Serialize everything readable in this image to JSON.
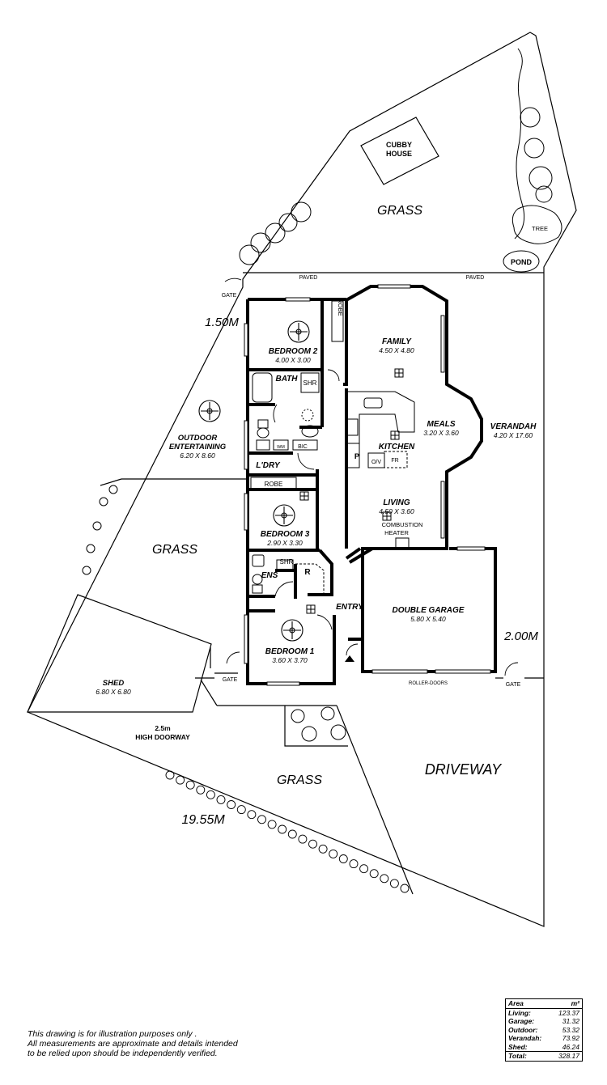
{
  "labels": {
    "cubby_house_1": "CUBBY",
    "cubby_house_2": "HOUSE",
    "grass_top": "GRASS",
    "tree": "TREE",
    "pond": "POND",
    "paved_left": "PAVED",
    "paved_right": "PAVED",
    "gate_top": "GATE",
    "dim_top_left": "1.50M",
    "robe_top": "ROBE",
    "bedroom2": "BEDROOM 2",
    "bedroom2_size": "4.00 X 3.00",
    "family": "FAMILY",
    "family_size": "4.50 X 4.80",
    "bath": "BATH",
    "shr_bath": "SHR",
    "meals": "MEALS",
    "meals_size": "3.20 X 3.60",
    "verandah": "VERANDAH",
    "verandah_size": "4.20 X 17.60",
    "kitchen": "KITCHEN",
    "pantry": "P",
    "oven": "O/V",
    "fridge": "FR",
    "wm": "WM",
    "bic": "BIC",
    "ldry": "L'DRY",
    "outdoor": "OUTDOOR",
    "entertaining": "ENTERTAINING",
    "outdoor_size": "6.20 X 8.60",
    "robe_mid": "ROBE",
    "living": "LIVING",
    "living_size": "4.50 X 3.60",
    "combustion": "COMBUSTION",
    "heater": "HEATER",
    "grass_left": "GRASS",
    "bedroom3": "BEDROOM 3",
    "bedroom3_size": "2.90 X 3.30",
    "shr_ens": "SHR",
    "ens": "ENS",
    "robe_r": "R",
    "entry": "ENTRY",
    "double_garage": "DOUBLE GARAGE",
    "garage_size": "5.80 X 5.40",
    "dim_right": "2.00M",
    "bedroom1": "BEDROOM 1",
    "bedroom1_size": "3.60 X 3.70",
    "shed": "SHED",
    "shed_size": "6.80 X 6.80",
    "gate_left": "GATE",
    "gate_right": "GATE",
    "roller_doors": "ROLLER-DOORS",
    "doorway_1": "2.5m",
    "doorway_2": "HIGH DOORWAY",
    "grass_bottom": "GRASS",
    "driveway": "DRIVEWAY",
    "dim_bottom": "19.55M"
  },
  "disclaimer": [
    "This drawing is for illustration purposes only .",
    "All measurements are approximate and details intended",
    "to be relied upon should be independently verified."
  ],
  "area_table": {
    "header": "Area",
    "unit": "m²",
    "rows": [
      {
        "label": "Living:",
        "value": "123.37"
      },
      {
        "label": "Garage:",
        "value": "31.32"
      },
      {
        "label": "Outdoor:",
        "value": "53.32"
      },
      {
        "label": "Verandah:",
        "value": "73.92"
      },
      {
        "label": "Shed:",
        "value": "46.24"
      }
    ],
    "total": {
      "label": "Total:",
      "value": "328.17"
    }
  },
  "colors": {
    "line": "#000000",
    "background": "#ffffff"
  }
}
